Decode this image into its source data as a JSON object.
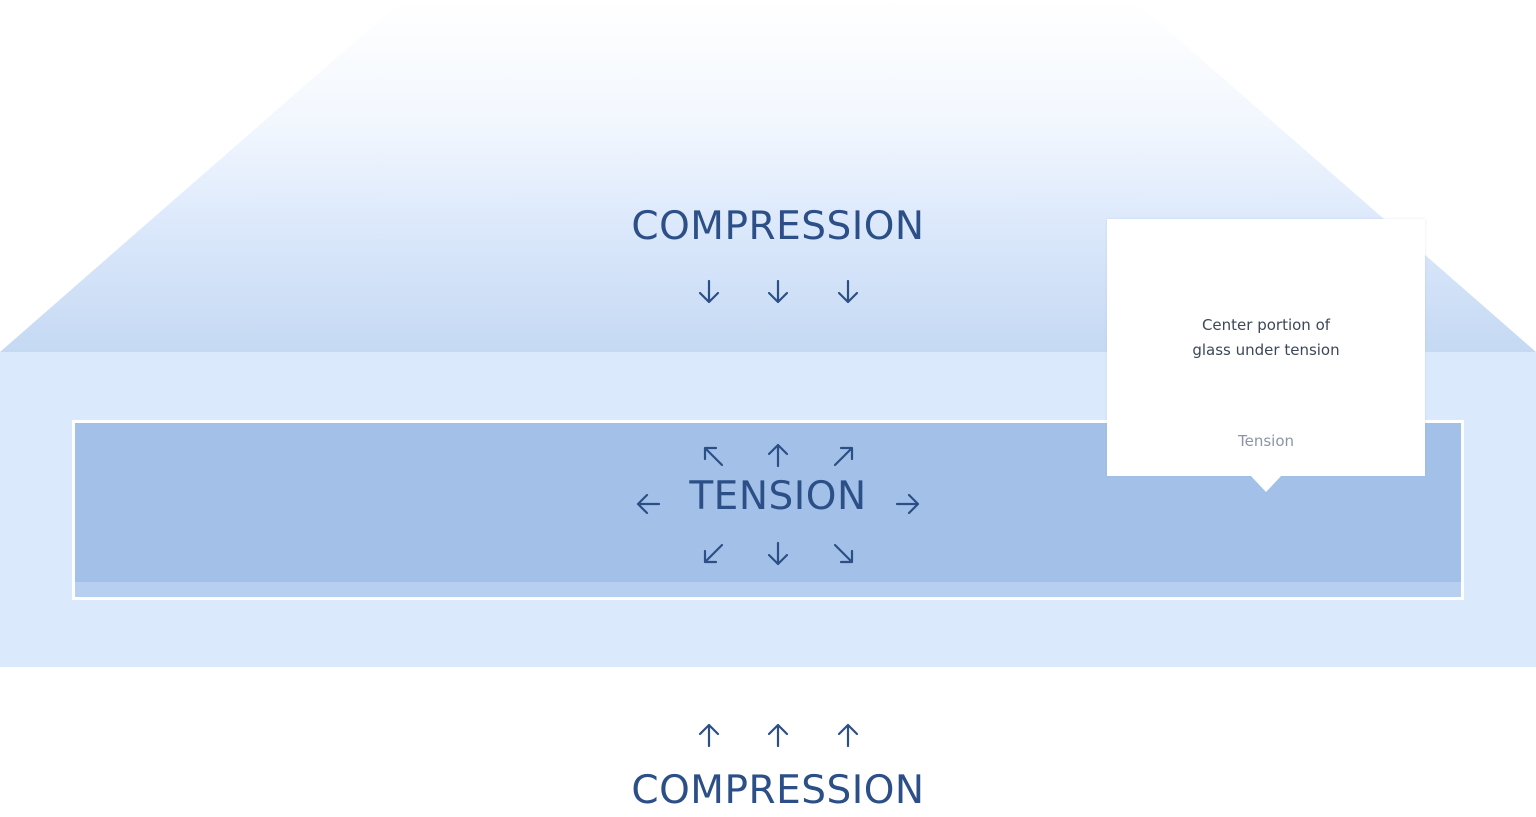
{
  "diagram": {
    "compression_top_label": "COMPRESSION",
    "tension_label": "TENSION",
    "compression_bottom_label": "COMPRESSION",
    "callout": {
      "line1": "Center portion of",
      "line2": "glass under tension",
      "label": "Tension"
    },
    "arrow_icons": {
      "compression_top": [
        "arrow-down-icon",
        "arrow-down-icon",
        "arrow-down-icon"
      ],
      "tension_top": [
        "arrow-up-left-icon",
        "arrow-up-icon",
        "arrow-up-right-icon"
      ],
      "tension_sides": [
        "arrow-left-icon",
        "arrow-right-icon"
      ],
      "tension_bottom": [
        "arrow-down-left-icon",
        "arrow-down-icon",
        "arrow-down-right-icon"
      ],
      "compression_bottom": [
        "arrow-up-icon",
        "arrow-up-icon",
        "arrow-up-icon"
      ]
    },
    "colors": {
      "text": "#2b4f86",
      "glass_body": "#dbe9fd",
      "tension_band": "#a3c1e8",
      "callout_text": "#3c4858",
      "callout_label": "#8a96a8"
    }
  }
}
